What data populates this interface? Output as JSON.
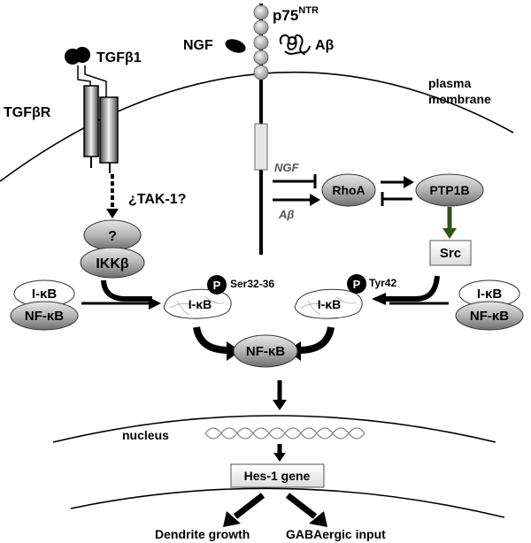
{
  "labels": {
    "tgfb1": "TGFβ1",
    "tgfbr": "TGFβR",
    "p75_base": "p75",
    "p75_sup": "NTR",
    "ngf": "NGF",
    "abeta": "Aβ",
    "plasma": "plasma",
    "membrane": "membrane",
    "tak1": "¿TAK-1?",
    "question": "?",
    "ikkb": "IKKβ",
    "ngf_arrow": "NGF",
    "abeta_arrow": "Aβ",
    "rhoa": "RhoA",
    "ptp1b": "PTP1B",
    "src": "Src",
    "ikb_left": "I-κB",
    "nfkb_left": "NF-κB",
    "ikb_right": "I-κB",
    "nfkb_right": "NF-κB",
    "p": "P",
    "ser": "Ser32-36",
    "tyr": "Tyr42",
    "ikb_center_left": "I-κB",
    "ikb_center_right": "I-κB",
    "nfkb_center": "NF-κB",
    "nucleus": "nucleus",
    "hes1": "Hes-1 gene",
    "dendrite": "Dendrite growth",
    "gaba": "GABAergic input"
  }
}
